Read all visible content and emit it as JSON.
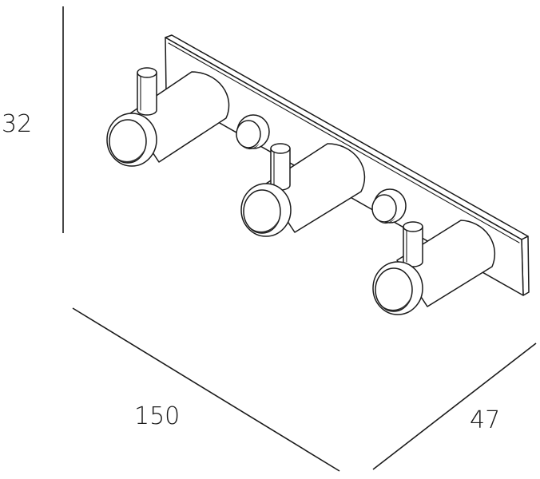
{
  "dimensions": {
    "height_label": "32",
    "length_label": "150",
    "depth_label": "47"
  },
  "colors": {
    "line": "#1a1a1a",
    "background": "#ffffff"
  },
  "hooks_count": 3,
  "knobs_count": 2
}
